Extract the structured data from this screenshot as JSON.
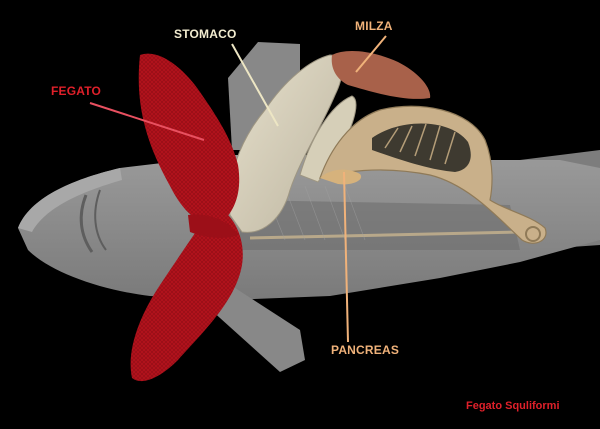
{
  "labels": {
    "stomaco": "STOMACO",
    "milza": "MILZA",
    "fegato": "FEGATO",
    "pancreas": "PANCREAS"
  },
  "caption": "Fegato Squliformi",
  "colors": {
    "background": "#000000",
    "shark_body": "#8c8c8c",
    "liver": "#b0121c",
    "stomach": "#d8d2c0",
    "spleen": "#a8614a",
    "intestine": "#c9b08a",
    "label_light": "#f2ecd0",
    "label_orange": "#f0b27a",
    "label_red": "#e0202a"
  }
}
